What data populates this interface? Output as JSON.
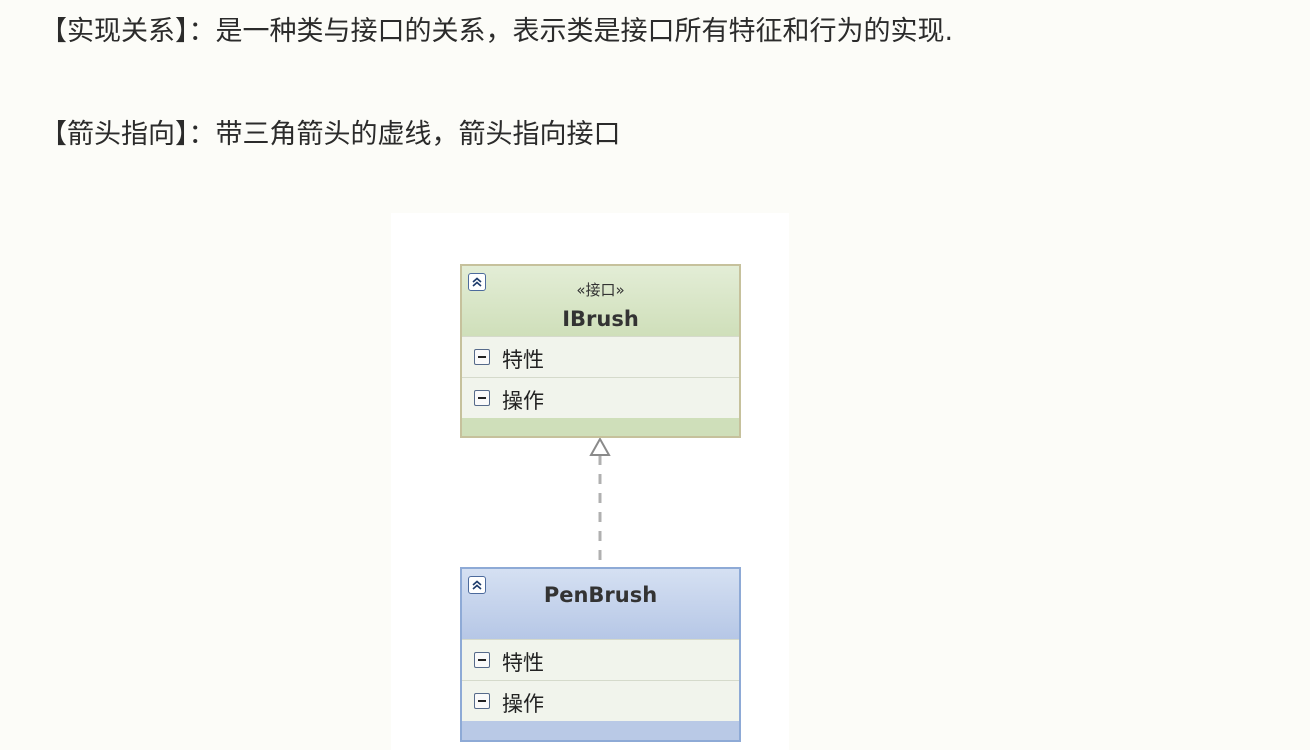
{
  "paragraphs": [
    {
      "label": "【实现关系】",
      "separator": "：",
      "text": "是一种类与接口的关系，表示类是接口所有特征和行为的实现."
    },
    {
      "label": "【箭头指向】",
      "separator": "：",
      "text": "带三角箭头的虚线，箭头指向接口"
    }
  ],
  "diagram": {
    "interface": {
      "stereotype": "«接口»",
      "name": "IBrush",
      "compartments": [
        "特性",
        "操作"
      ],
      "fill_color": "#cfdfba",
      "border_color": "#c6c19c"
    },
    "implementation": {
      "name": "PenBrush",
      "compartments": [
        "特性",
        "操作"
      ],
      "fill_color": "#b9c9e6",
      "border_color": "#8eaad6"
    },
    "relationship": {
      "type": "realization",
      "line_style": "dashed",
      "arrowhead": "hollow-triangle",
      "line_color": "#b0b0b0"
    },
    "icons": {
      "collapse": "double-chevron-up-icon",
      "compartment": "minus-box-icon"
    }
  }
}
